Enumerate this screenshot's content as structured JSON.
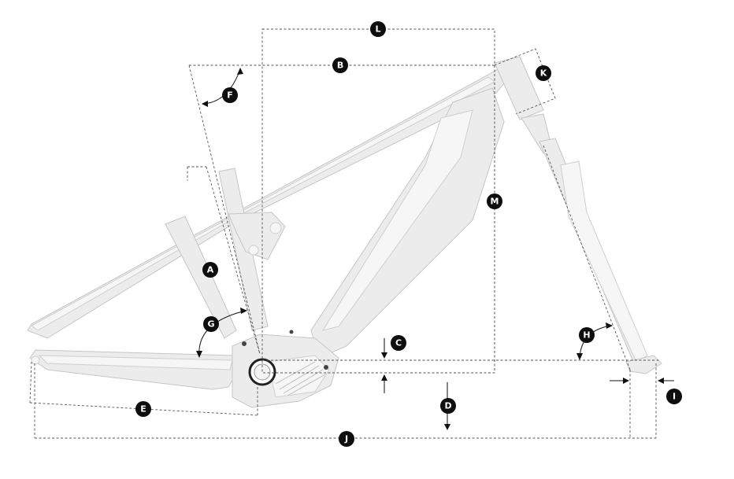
{
  "diagram": {
    "subject": "bike-frame-geometry",
    "markers": [
      {
        "id": "A",
        "label": "A"
      },
      {
        "id": "B",
        "label": "B"
      },
      {
        "id": "C",
        "label": "C"
      },
      {
        "id": "D",
        "label": "D"
      },
      {
        "id": "E",
        "label": "E"
      },
      {
        "id": "F",
        "label": "F"
      },
      {
        "id": "G",
        "label": "G"
      },
      {
        "id": "H",
        "label": "H"
      },
      {
        "id": "I",
        "label": "I"
      },
      {
        "id": "J",
        "label": "J"
      },
      {
        "id": "K",
        "label": "K"
      },
      {
        "id": "L",
        "label": "L"
      },
      {
        "id": "M",
        "label": "M"
      }
    ],
    "colors": {
      "marker_fill": "#0e0e0e",
      "marker_text": "#ffffff",
      "frame": "#ececec",
      "dimension_line": "#555555"
    }
  }
}
